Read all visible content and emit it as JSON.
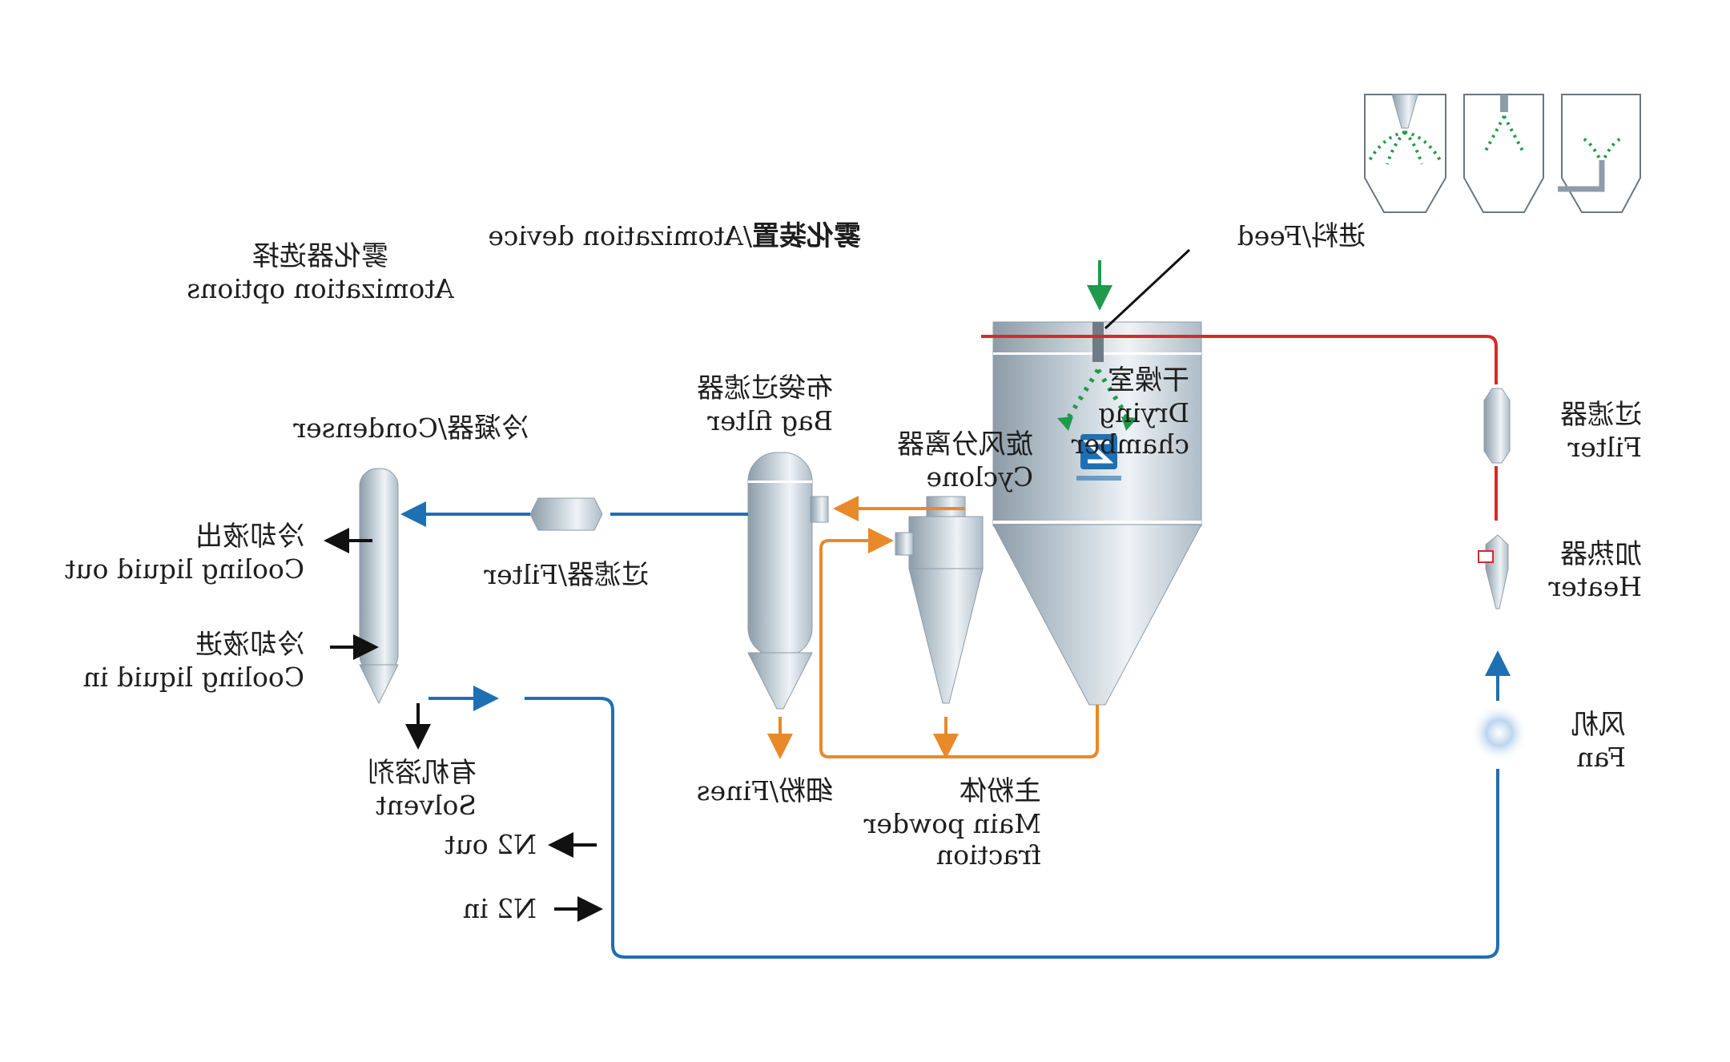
{
  "diagram": {
    "atomization": {
      "zh": "雾化器选择",
      "en": "Atomization options"
    },
    "atomization_device": {
      "zh": "雾化装置",
      "en": "Atomization device"
    },
    "feed": {
      "zh": "进料",
      "en": "Feed"
    },
    "drying_chamber": {
      "zh": "干燥室",
      "en1": "Drying",
      "en2": "chamber"
    },
    "filter_top": {
      "zh": "过滤器",
      "en": "Filter"
    },
    "heater": {
      "zh": "加热器",
      "en": "Heater"
    },
    "fan": {
      "zh": "风机",
      "en": "Fan"
    },
    "cyclone": {
      "zh": "旋风分离器",
      "en": "Cyclone"
    },
    "main_powder": {
      "zh": "主粉体",
      "en1": "Main powder",
      "en2": "fraction"
    },
    "bag_filter": {
      "zh": "布袋过滤器",
      "en": "Bag filter"
    },
    "fines": {
      "zh": "细粉",
      "en": "Fines"
    },
    "filter_mid": {
      "zh": "过滤器",
      "en": "Filter"
    },
    "condenser": {
      "zh": "冷凝器",
      "en": "Condenser"
    },
    "cooling_out": {
      "zh": "冷却液出",
      "en": "Cooling liquid out"
    },
    "cooling_in": {
      "zh": "冷却液进",
      "en": "Cooling liquid in"
    },
    "solvent": {
      "zh": "有机溶剂",
      "en": "Solvent"
    },
    "n2_out": "N2 out",
    "n2_in": "N2 in",
    "separator": "/"
  },
  "colors": {
    "hot_gas": "#d62a2a",
    "process_gas": "#e8892a",
    "return_gas": "#1f6fb3",
    "feed": "#1f9a4a",
    "vessel": "#c8d3dc"
  }
}
